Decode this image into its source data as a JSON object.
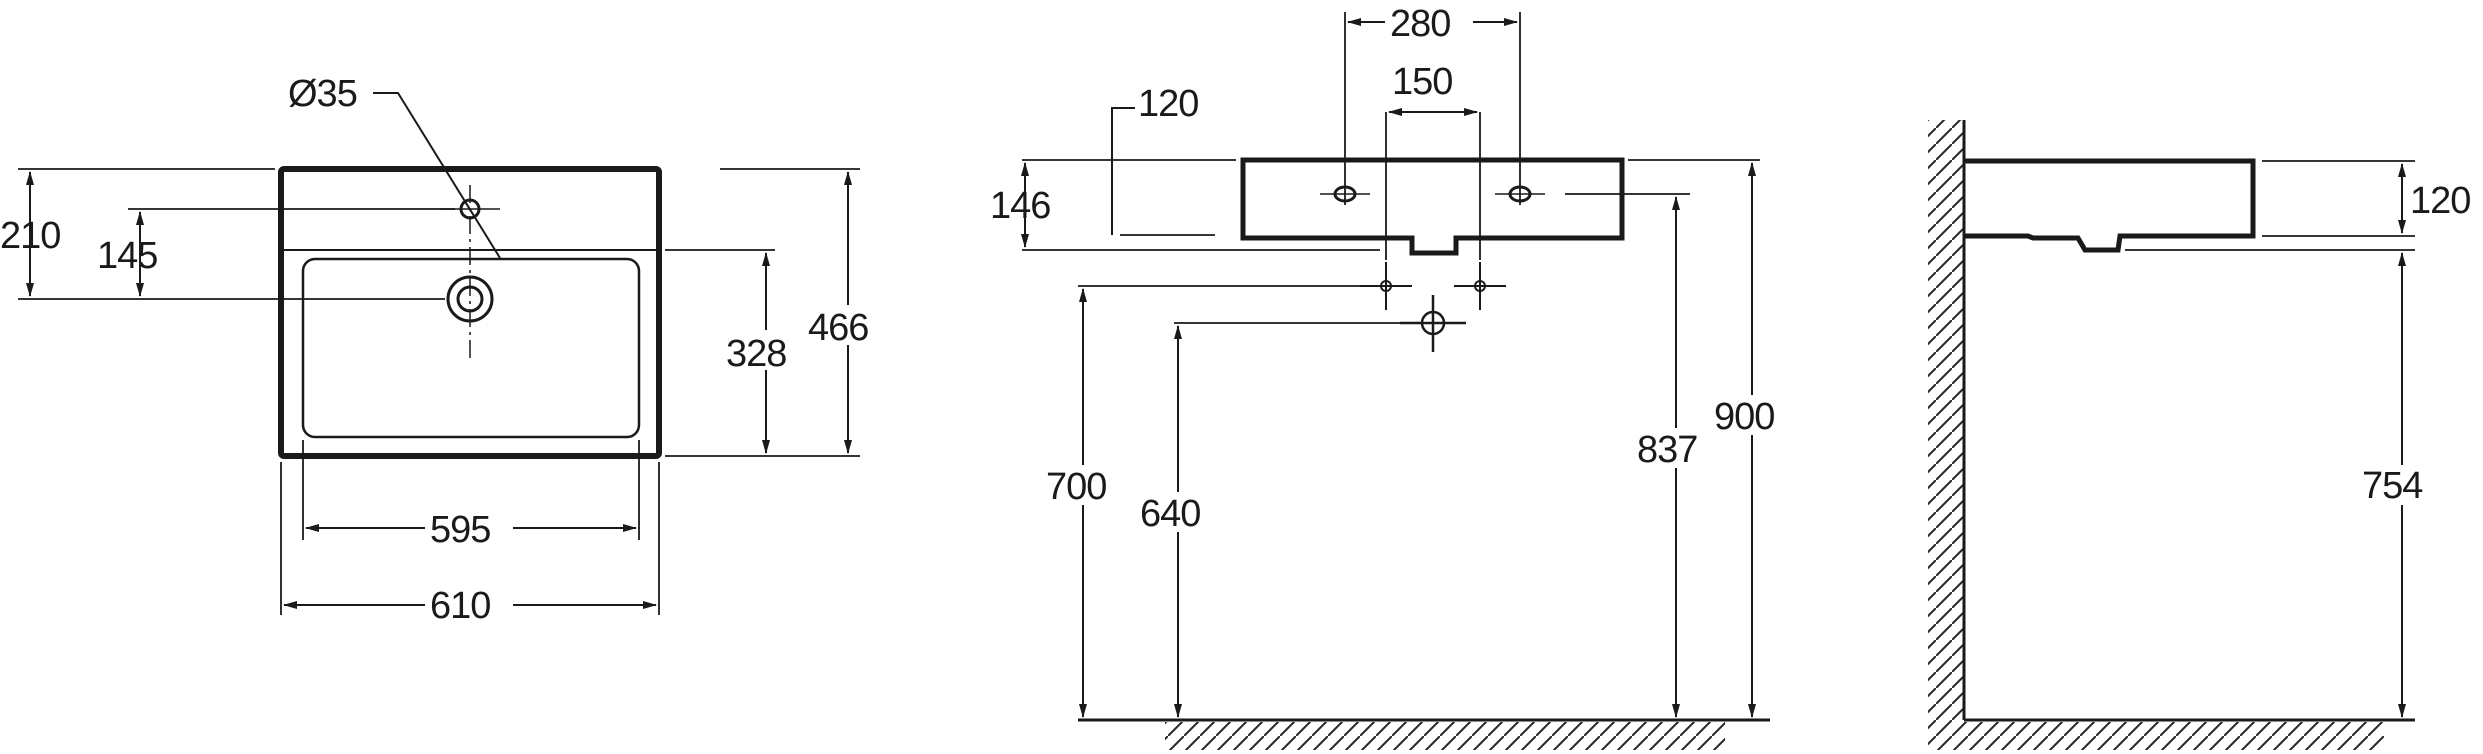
{
  "top_view": {
    "hole_diameter": "Ø35",
    "depth_to_tap": "210",
    "depth_to_drain": "145",
    "bowl_depth": "328",
    "total_depth": "466",
    "bowl_width": "595",
    "total_width": "610"
  },
  "front_view": {
    "hole_spacing_outer": "280",
    "hole_spacing_inner": "150",
    "basin_height_label": "120",
    "basin_height": "146",
    "height_inlet_upper": "700",
    "height_inlet_lower": "640",
    "height_bottom_edge": "837",
    "height_top_edge": "900"
  },
  "side_view": {
    "basin_height": "120",
    "height_bottom": "754"
  }
}
